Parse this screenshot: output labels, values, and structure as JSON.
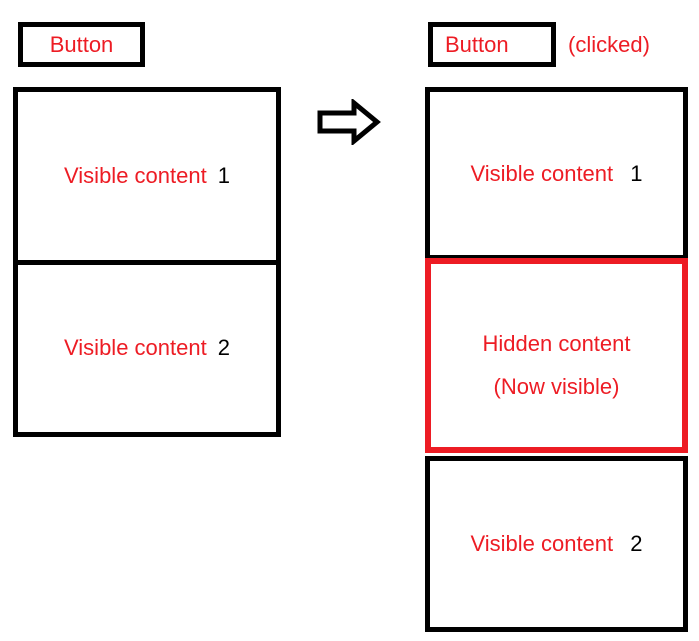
{
  "colors": {
    "accent_red": "#ed1c24",
    "outline_black": "#000000"
  },
  "before": {
    "button_label": "Button",
    "sections": [
      {
        "label": "Visible content",
        "number": "1"
      },
      {
        "label": "Visible content",
        "number": "2"
      }
    ]
  },
  "arrow": {
    "name": "transition-right-arrow"
  },
  "after": {
    "button_label": "Button",
    "clicked_label": "(clicked)",
    "boxes": [
      {
        "label": "Visible content",
        "number": "1"
      },
      {
        "label": "Hidden content",
        "sublabel": "(Now visible)"
      },
      {
        "label": "Visible content",
        "number": "2"
      }
    ]
  }
}
